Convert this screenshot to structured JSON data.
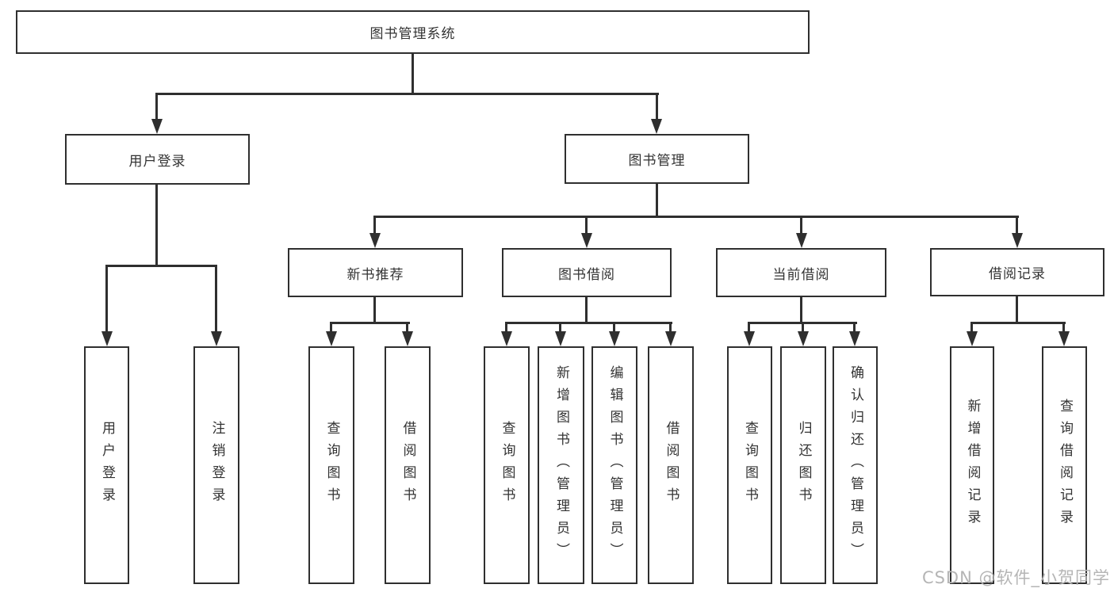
{
  "tree": {
    "label": "图书管理系统",
    "children": [
      {
        "label": "用户登录",
        "children": [
          {
            "label": "用户登录"
          },
          {
            "label": "注销登录"
          }
        ]
      },
      {
        "label": "图书管理",
        "children": [
          {
            "label": "新书推荐",
            "children": [
              {
                "label": "查询图书"
              },
              {
                "label": "借阅图书"
              }
            ]
          },
          {
            "label": "图书借阅",
            "children": [
              {
                "label": "查询图书"
              },
              {
                "label": "新增图书（管理员）"
              },
              {
                "label": "编辑图书（管理员）"
              },
              {
                "label": "借阅图书"
              }
            ]
          },
          {
            "label": "当前借阅",
            "children": [
              {
                "label": "查询图书"
              },
              {
                "label": "归还图书"
              },
              {
                "label": "确认归还（管理员）"
              }
            ]
          },
          {
            "label": "借阅记录",
            "children": [
              {
                "label": "新增借阅记录"
              },
              {
                "label": "查询借阅记录"
              }
            ]
          }
        ]
      }
    ]
  },
  "watermark": {
    "text": "CSDN @软件_小贺同学"
  },
  "colors": {
    "line": "#2f2f2f",
    "text": "#333333",
    "watermark": "#b5b5b5",
    "background": "#ffffff"
  }
}
